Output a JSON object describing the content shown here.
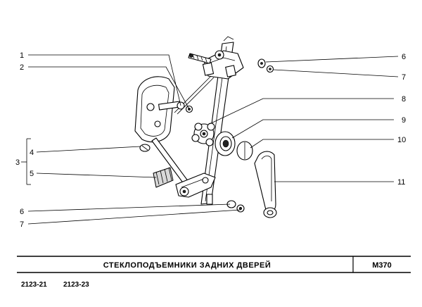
{
  "callouts": {
    "c1": "1",
    "c2": "2",
    "c3": "3",
    "c4": "4",
    "c5": "5",
    "c6a": "6",
    "c7a": "7",
    "c8": "8",
    "c9": "9",
    "c10": "10",
    "c11": "11",
    "c6b": "6",
    "c7b": "7"
  },
  "title_block": {
    "title": "СТЕКЛОПОДЪЕМНИКИ   ЗАДНИХ   ДВЕРЕЙ",
    "code": "М370"
  },
  "models": [
    "2123-21",
    "2123-23"
  ]
}
